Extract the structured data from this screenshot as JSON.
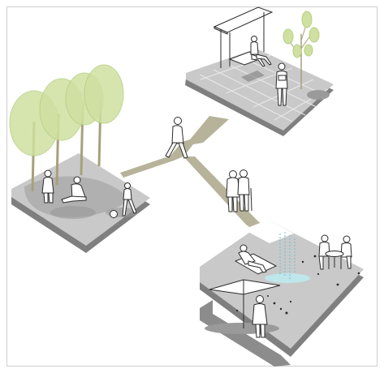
{
  "diagram": {
    "colors": {
      "background": "#ffffff",
      "frame_border": "#cfcfcf",
      "plaza_top": "#c9c9c9",
      "plaza_edge": "#7f7f7f",
      "shadow": "#9a9a9a",
      "path": "#b7b39a",
      "tree_canopy": "#cfe0a0",
      "tree_canopy_dark": "#b7cf84",
      "tree_trunk": "#a8a07a",
      "person_fill": "#ffffff",
      "person_stroke": "#2a2a2a",
      "water": "#bfe6ea",
      "water_lines": "#69c3cc"
    },
    "scenes": [
      {
        "id": "top-right-pavilion",
        "elements": [
          "shelter",
          "seated-person",
          "standing-person",
          "young-tree"
        ]
      },
      {
        "id": "left-grove",
        "elements": [
          "trees",
          "seated-person",
          "standing-person",
          "child-with-ball"
        ]
      },
      {
        "id": "center-path",
        "elements": [
          "walking-person",
          "couple-with-cane"
        ]
      },
      {
        "id": "bottom-right-plaza",
        "elements": [
          "umbrella",
          "fountain",
          "cafe-table",
          "lounging-person",
          "standing-person"
        ]
      }
    ]
  }
}
